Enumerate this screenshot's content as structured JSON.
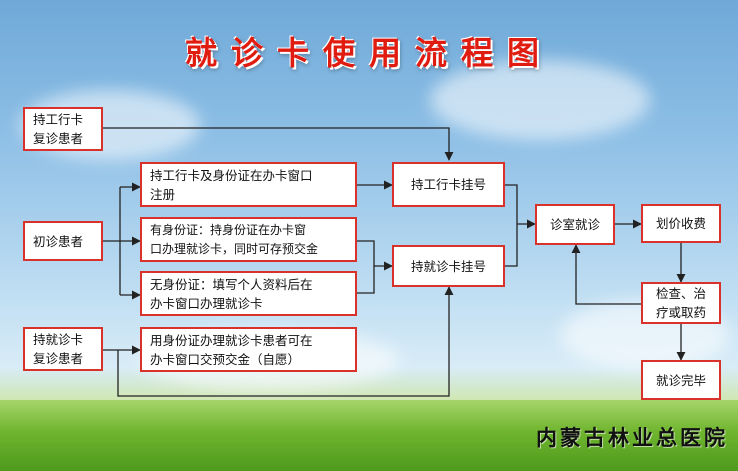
{
  "title": "就诊卡使用流程图",
  "nodes": {
    "work_card_return_patient": "持工行卡\n复诊患者",
    "first_visit_patient": "初诊患者",
    "clinic_card_return_patient": "持就诊卡\n复诊患者",
    "register_work_card_id": "持工行卡及身份证在办卡窗口\n注册",
    "with_id_card": "有身份证：持身份证在办卡窗\n口办理就诊卡，同时可存预交金",
    "without_id_card": "无身份证：填写个人资料后在\n办卡窗口办理就诊卡",
    "id_card_deposit": "用身份证办理就诊卡患者可在\n办卡窗口交预交金（自愿）",
    "work_card_registration": "持工行卡挂号",
    "clinic_card_registration": "持就诊卡挂号",
    "consultation": "诊室就诊",
    "pricing_payment": "划价收费",
    "exam_treatment_medicine": "检查、治\n疗或取药",
    "visit_complete": "就诊完毕"
  },
  "footer": "内蒙古林业总医院",
  "colors": {
    "box_border": "#d9322a",
    "title": "#e01b10",
    "arrow": "#222222"
  }
}
